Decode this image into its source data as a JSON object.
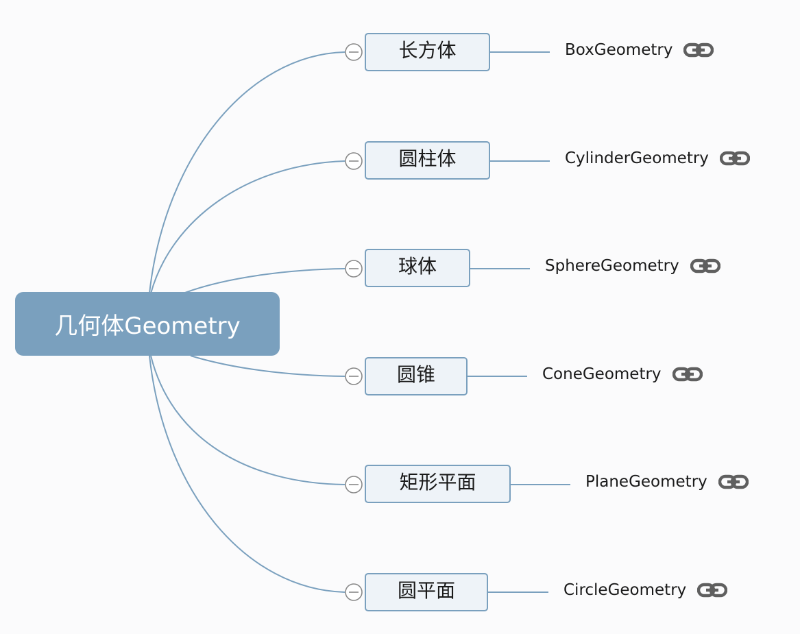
{
  "central": {
    "label": "几何体Geometry"
  },
  "branches": [
    {
      "label": "长方体",
      "child": "BoxGeometry",
      "icon": "link-icon"
    },
    {
      "label": "圆柱体",
      "child": "CylinderGeometry",
      "icon": "link-icon"
    },
    {
      "label": "球体",
      "child": "SphereGeometry",
      "icon": "link-icon"
    },
    {
      "label": "圆锥",
      "child": "ConeGeometry",
      "icon": "link-icon"
    },
    {
      "label": "矩形平面",
      "child": "PlaneGeometry",
      "icon": "link-icon"
    },
    {
      "label": "圆平面",
      "child": "CircleGeometry",
      "icon": "link-icon"
    }
  ],
  "colors": {
    "central_fill": "#7aa0be",
    "branch_fill": "#eef3f8",
    "line": "#7aa0be",
    "link_icon": "#5f5f5f",
    "collapse": "#888888"
  }
}
